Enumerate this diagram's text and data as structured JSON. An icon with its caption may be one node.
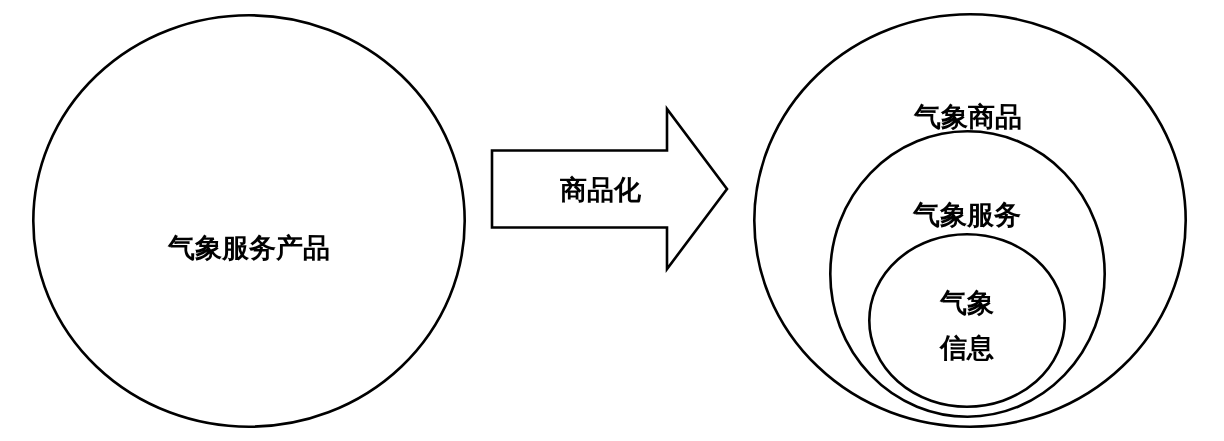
{
  "diagram": {
    "nodes": [
      {
        "text": [
          "气象服务产品"
        ]
      },
      {
        "text": [
          "气象商品"
        ]
      },
      {
        "text": [
          "气象服务"
        ],
        "in": 1
      },
      {
        "text": [
          "气象信息"
        ],
        "in": 2
      }
    ],
    "edges": [
      {
        "from": 0,
        "to": 1,
        "arrow": "to",
        "label": "商品化"
      }
    ]
  }
}
